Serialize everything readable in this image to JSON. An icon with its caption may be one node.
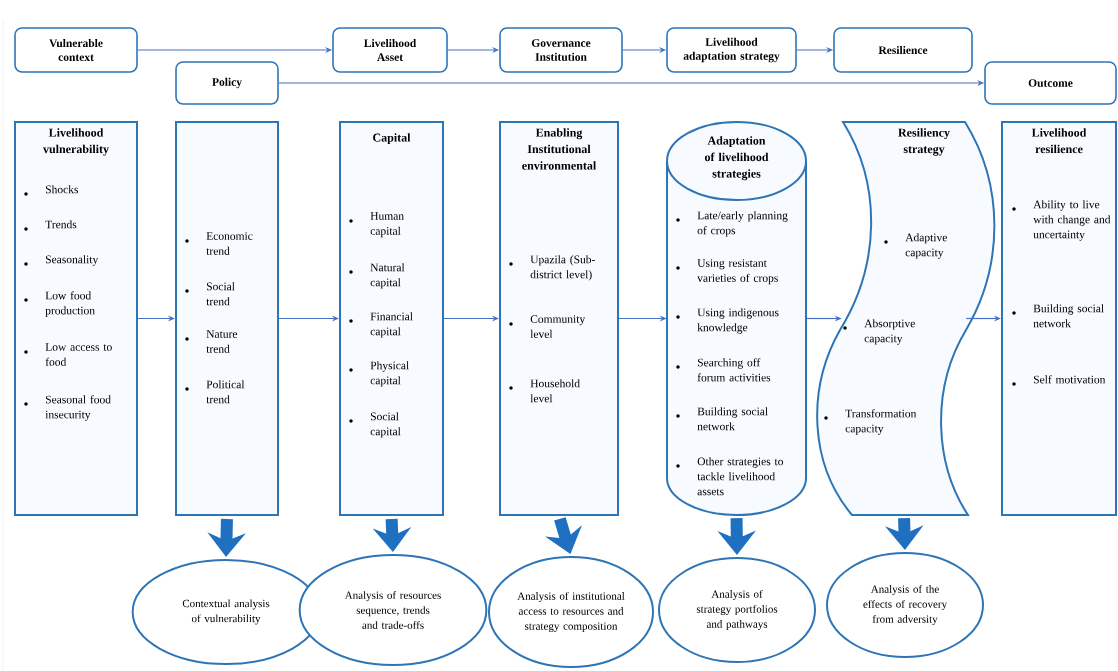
{
  "diagram": {
    "nodes": [
      {
        "text": [
          "Vulnerable context"
        ]
      },
      {
        "text": [
          "Livelihood Asset"
        ]
      },
      {
        "text": [
          "Governance Institution"
        ]
      },
      {
        "text": [
          "Livelihood adaptation strategy"
        ]
      },
      {
        "text": [
          "Resilience"
        ]
      },
      {
        "text": [
          "Policy"
        ]
      },
      {
        "text": [
          "Outcome"
        ]
      },
      {
        "text": [
          "Livelihood vulnerability",
          "Shocks",
          "Trends",
          "Seasonality",
          "Low food production",
          "Low access to food",
          "Seasonal food insecurity"
        ]
      },
      {
        "text": [
          "Economic trend",
          "Social trend",
          "Nature trend",
          "Political trend"
        ]
      },
      {
        "text": [
          "Capital",
          "Human capital",
          "Natural capital",
          "Financial capital",
          "Physical capital",
          "Social capital"
        ]
      },
      {
        "text": [
          "Enabling Institutional environmental",
          "Upazila (Sub-district level)",
          "Community level",
          "Household level"
        ]
      },
      {
        "text": [
          "Adaptation of livelihood strategies",
          "Late/early planning of crops",
          "Using resistant varieties of crops",
          "Using indigenous knowledge",
          "Searching off forum activities",
          "Building social network",
          "Other strategies to tackle livelihood assets"
        ]
      },
      {
        "text": [
          "Resiliency strategy",
          "Adaptive capacity",
          "Absorptive capacity",
          "Transformation capacity"
        ]
      },
      {
        "text": [
          "Livelihood resilience",
          "Ability to live with change and uncertainty",
          "Building social network",
          "Self motivation"
        ]
      },
      {
        "text": [
          "Contextual analysis of vulnerability"
        ]
      },
      {
        "text": [
          "Analysis of resources sequence, trends and trade-offs"
        ]
      },
      {
        "text": [
          "Analysis of institutional access to resources and strategy composition"
        ]
      },
      {
        "text": [
          "Analysis of strategy portfolios and pathways"
        ]
      },
      {
        "text": [
          "Analysis of the effects of recovery from adversity"
        ]
      }
    ],
    "edges": [
      {
        "from": 0,
        "to": 1,
        "arrow": "to"
      },
      {
        "from": 1,
        "to": 2,
        "arrow": "to"
      },
      {
        "from": 2,
        "to": 3,
        "arrow": "to"
      },
      {
        "from": 3,
        "to": 4,
        "arrow": "to"
      },
      {
        "from": 5,
        "to": 6,
        "arrow": "to"
      },
      {
        "from": 7,
        "to": 8,
        "arrow": "to"
      },
      {
        "from": 8,
        "to": 9,
        "arrow": "to"
      },
      {
        "from": 9,
        "to": 10,
        "arrow": "to"
      },
      {
        "from": 10,
        "to": 11,
        "arrow": "to"
      },
      {
        "from": 11,
        "to": 12,
        "arrow": "to"
      },
      {
        "from": 12,
        "to": 13,
        "arrow": "to"
      },
      {
        "from": 8,
        "to": 14,
        "arrow": "to",
        "style": "thick",
        "color": "#1f70c1"
      },
      {
        "from": 9,
        "to": 15,
        "arrow": "to",
        "style": "thick",
        "color": "#1f70c1"
      },
      {
        "from": 10,
        "to": 16,
        "arrow": "to",
        "style": "thick",
        "color": "#1f70c1"
      },
      {
        "from": 11,
        "to": 17,
        "arrow": "to",
        "style": "thick",
        "color": "#1f70c1"
      },
      {
        "from": 12,
        "to": 18,
        "arrow": "to",
        "style": "thick",
        "color": "#1f70c1"
      }
    ]
  }
}
